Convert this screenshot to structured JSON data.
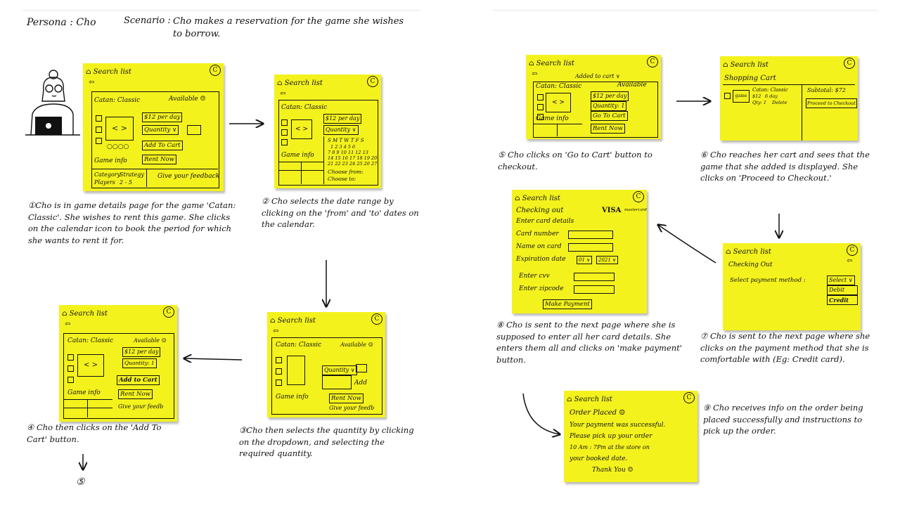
{
  "header": {
    "persona": "Persona : Cho",
    "scenario_label": "Scenario :",
    "scenario_text": "Cho makes a reservation for the game she wishes to borrow."
  },
  "common": {
    "search_title": "Search list",
    "home_icon": "home-icon",
    "cart_icon": "cart-icon",
    "back_icon": "back-arrow-icon"
  },
  "note1": {
    "game": "Catan: Classic",
    "available": "Available ☺",
    "price": "$12 per day",
    "quantity": "Quantity ∨",
    "arrows": "< >",
    "dots": "○○○○",
    "add_to_cart": "Add To Cart",
    "rent_now": "Rent Now",
    "game_info": "Game info",
    "category": "Category",
    "strategy": "Strategy",
    "players": "Players",
    "players_val": "2 - 5",
    "feedback": "Give your feedback"
  },
  "note2": {
    "game": "Catan: Classic",
    "price": "$12 per day",
    "quantity": "Quantity ∨",
    "arrows": "< >",
    "game_info": "Game info",
    "cal_head": "S M T W T F S",
    "cal_r1": "1 2 3 4 5 6",
    "cal_r2": "7 8 9 10 11 12 13",
    "cal_r3": "14 15 16 17 18 19 20",
    "cal_r4": "21 22 23 24 25 26 27",
    "from": "Choose from:",
    "to": "Choose to:"
  },
  "note3": {
    "game": "Catan: Classic",
    "available": "Available ☺",
    "quantity": "Quantity ∨",
    "add_to_cart": "Add",
    "rent_now": "Rent Now",
    "game_info": "Game info",
    "feedback": "Give your feedb"
  },
  "note4": {
    "game": "Catan: Classic",
    "available": "Available ☺",
    "price": "$12 per day",
    "quantity": "Quantity: 1",
    "arrows": "< >",
    "add_to_cart": "Add to Cart",
    "rent_now": "Rent Now",
    "game_info": "Game info",
    "feedback": "Give your feedb"
  },
  "note5": {
    "added": "Added to cart ∨",
    "game": "Catan: Classic",
    "available": "Available",
    "price": "$12 per day",
    "quantity": "Quantity: 1",
    "arrows": "< >",
    "go_to_cart": "Go To Cart",
    "rent_now": "Rent Now",
    "game_info": "Game info"
  },
  "note6": {
    "title": "Shopping Cart",
    "item": "Catan: Classic",
    "item_price": "$12",
    "days": "6 day",
    "qty": "Qty: 1",
    "delete": "Delete",
    "subtotal": "Subtotal: $72",
    "checkout": "Proceed to Checkout",
    "img": "game"
  },
  "note7": {
    "title": "Checking Out",
    "select_label": "Select payment method :",
    "select": "Select ∨",
    "debit": "Debit",
    "credit": "Credit"
  },
  "note8": {
    "title": "Checking out",
    "visa": "VISA",
    "mastercard": "mastercard",
    "enter": "Enter card details",
    "card_number": "Card number",
    "name": "Name on card",
    "expiry": "Expiration date",
    "exp_m": "01 ∨",
    "exp_y": "2021 ∨",
    "cvv": "Enter cvv",
    "zip": "Enter zipcode",
    "pay": "Make Payment"
  },
  "note9": {
    "title": "Order Placed ☺",
    "l1": "Your payment was successful.",
    "l2": "Please pick up your order",
    "l3": "10 Am : 7Pm at the store on",
    "l4": "your booked date.",
    "l5": "Thank You ☺"
  },
  "captions": {
    "c1": "①Cho is in game details page for the game 'Catan: Classic'. She wishes to rent this game. She clicks on the calendar icon to book the period for which she wants to rent it for.",
    "c2": "② Cho selects the date range by clicking on the 'from' and 'to' dates on the calendar.",
    "c3": "③Cho then selects the quantity by clicking on the dropdown, and selecting the required quantity.",
    "c4": "④ Cho then clicks on the 'Add To Cart' button.",
    "c4_next": "⑤",
    "c5": "⑤ Cho clicks on 'Go to Cart' button to checkout.",
    "c6": "⑥ Cho reaches her cart and sees that the game that she added is displayed. She clicks on 'Proceed to Checkout.'",
    "c7": "⑦ Cho is sent to the next page where she clicks on the payment method that she is comfortable with (Eg: Credit card).",
    "c8": "⑧ Cho is sent to the next page where she is supposed to enter all her card details. She enters them all and clicks on 'make payment' button.",
    "c9": "⑨ Cho receives info on the order being placed successfully and instructions to pick up the order."
  }
}
